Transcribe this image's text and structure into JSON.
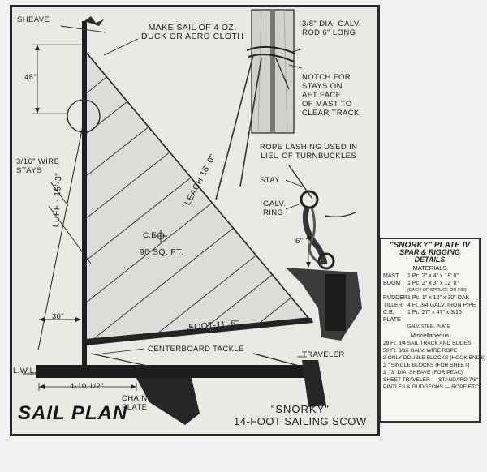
{
  "labels": {
    "sheave": "SHEAVE",
    "sail_note": "MAKE SAIL OF 4 OZ.\nDUCK OR AERO CLOTH",
    "rod": "3/8\" DIA. GALV.\nROD 6\" LONG",
    "notch": "NOTCH FOR\nSTAYS ON\nAFT FACE\nOF MAST TO\nCLEAR TRACK",
    "rope": "ROPE LASHING USED IN\nLIEU OF TURNBUCKLES",
    "stay": "STAY",
    "ring": "GALV.\nRING",
    "dim_48": "48\"",
    "wire_stays": "3/16\" WIRE\nSTAYS",
    "luff": "LUFF - 15'-3\"",
    "leach": "LEACH 18'-0\"",
    "ce": "C.E.",
    "area": "90 SQ. FT.",
    "dim_6": "6\"",
    "dim_30": "30\"",
    "foot": "FOOT-11'-6\"",
    "centerboard": "CENTERBOARD TACKLE",
    "traveler": "TRAVELER",
    "lwl": "L.W.L.",
    "dim_4": "4-10 1/2\"",
    "chain": "CHAIN\nPLATE"
  },
  "title": "SAIL PLAN",
  "subtitle": {
    "name": "\"SNORKY\"",
    "desc": "14-FOOT SAILING SCOW"
  },
  "specs": {
    "title": "\"SNORKY\" PLATE IV",
    "heading": "SPAR & RIGGING DETAILS",
    "materials_heading": "MATERIALS",
    "materials": [
      {
        "item": "MAST",
        "desc": "1 Pc. 2\" x 4\" x 18' 0\""
      },
      {
        "item": "BOOM",
        "desc": "1 Pc. 2\" x 3\" x 12' 0\""
      },
      {
        "item": "",
        "desc": "(EACH OF SPRUCE OR FIR)"
      },
      {
        "item": "RUDDER",
        "desc": "1 Pc. 1\" x 12\" x 30\" OAK"
      },
      {
        "item": "TILLER",
        "desc": "4 Ft. 3/4 GALV. IRON PIPE"
      },
      {
        "item": "C.B. PLATE",
        "desc": "1 Pc. 27\" x 47\" x 3/16"
      },
      {
        "item": "",
        "desc": "GALV. STEEL PLATE"
      }
    ],
    "misc_heading": "Miscellaneous",
    "misc": [
      "28 Ft. 3/4 SAIL TRACK AND SLIDES",
      "50 Ft. 3/16 GALV. WIRE ROPE",
      "2 ONLY DOUBLE BLOCKS (HOOK ENDS)",
      "2 \" SINGLE BLOCKS (FOR SHEET)",
      "1 \" 3\" DIA. SHEAVE (FOR PEAK)",
      "SHEET TRAVELER — STANDARD 7/8\"",
      "PINTLES & GUDGEONS — ROPE ETC."
    ]
  }
}
